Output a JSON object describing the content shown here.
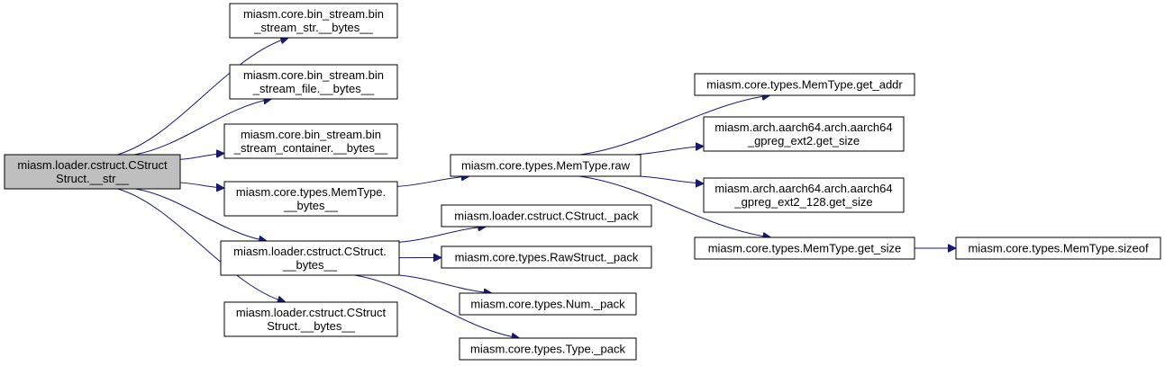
{
  "colors": {
    "edge": "#191970",
    "node_border": "#000000",
    "root_fill": "#bfbfbf",
    "node_fill": "#ffffff"
  },
  "nodes": [
    {
      "id": "root",
      "lines": [
        "miasm.loader.cstruct.CStruct",
        "Struct.__str__"
      ],
      "root": true
    },
    {
      "id": "bss_bytes",
      "lines": [
        "miasm.core.bin_stream.bin",
        "_stream_str.__bytes__"
      ]
    },
    {
      "id": "bsf_bytes",
      "lines": [
        "miasm.core.bin_stream.bin",
        "_stream_file.__bytes__"
      ]
    },
    {
      "id": "bsc_bytes",
      "lines": [
        "miasm.core.bin_stream.bin",
        "_stream_container.__bytes__"
      ]
    },
    {
      "id": "mt_bytes",
      "lines": [
        "miasm.core.types.MemType.",
        "__bytes__"
      ]
    },
    {
      "id": "cs_bytes",
      "lines": [
        "miasm.loader.cstruct.CStruct.",
        "__bytes__"
      ]
    },
    {
      "id": "css_bytes",
      "lines": [
        "miasm.loader.cstruct.CStruct",
        "Struct.__bytes__"
      ]
    },
    {
      "id": "mt_raw",
      "lines": [
        "miasm.core.types.MemType.raw"
      ]
    },
    {
      "id": "cs_pack",
      "lines": [
        "miasm.loader.cstruct.CStruct._pack"
      ]
    },
    {
      "id": "rs_pack",
      "lines": [
        "miasm.core.types.RawStruct._pack"
      ]
    },
    {
      "id": "num_pack",
      "lines": [
        "miasm.core.types.Num._pack"
      ]
    },
    {
      "id": "type_pack",
      "lines": [
        "miasm.core.types.Type._pack"
      ]
    },
    {
      "id": "get_addr",
      "lines": [
        "miasm.core.types.MemType.get_addr"
      ]
    },
    {
      "id": "ext2_size",
      "lines": [
        "miasm.arch.aarch64.arch.aarch64",
        "_gpreg_ext2.get_size"
      ]
    },
    {
      "id": "ext2_128_size",
      "lines": [
        "miasm.arch.aarch64.arch.aarch64",
        "_gpreg_ext2_128.get_size"
      ]
    },
    {
      "id": "mt_get_size",
      "lines": [
        "miasm.core.types.MemType.get_size"
      ]
    },
    {
      "id": "mt_sizeof",
      "lines": [
        "miasm.core.types.MemType.sizeof"
      ]
    }
  ],
  "edges": [
    {
      "from": "root",
      "to": "bss_bytes"
    },
    {
      "from": "root",
      "to": "bsf_bytes"
    },
    {
      "from": "root",
      "to": "bsc_bytes"
    },
    {
      "from": "root",
      "to": "mt_bytes"
    },
    {
      "from": "root",
      "to": "cs_bytes"
    },
    {
      "from": "root",
      "to": "css_bytes"
    },
    {
      "from": "mt_bytes",
      "to": "mt_raw"
    },
    {
      "from": "cs_bytes",
      "to": "cs_pack"
    },
    {
      "from": "cs_bytes",
      "to": "rs_pack"
    },
    {
      "from": "cs_bytes",
      "to": "num_pack"
    },
    {
      "from": "cs_bytes",
      "to": "type_pack"
    },
    {
      "from": "mt_raw",
      "to": "get_addr"
    },
    {
      "from": "mt_raw",
      "to": "ext2_size"
    },
    {
      "from": "mt_raw",
      "to": "ext2_128_size"
    },
    {
      "from": "mt_raw",
      "to": "mt_get_size"
    },
    {
      "from": "mt_get_size",
      "to": "mt_sizeof"
    }
  ]
}
